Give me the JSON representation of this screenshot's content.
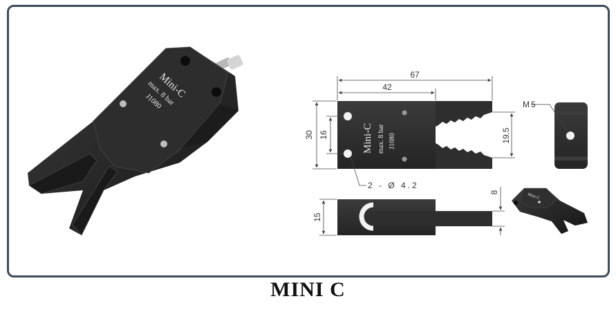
{
  "caption": "MINI C",
  "product_photo": {
    "model_text": "Mini-C",
    "pressure_text": "max. 8 bar",
    "code_text": "J1080"
  },
  "drawing": {
    "top_view_text": {
      "model": "Mini-C",
      "pressure": "max. 8 bar",
      "code": "J1080"
    },
    "dimensions": {
      "overall_length": "67",
      "body_length": "42",
      "height_outer": "30",
      "height_inner": "16",
      "jaw_opening": "19.5",
      "thickness": "15",
      "jaw_thickness": "8",
      "hole_note": "2 - Ø 4.2",
      "port_thread": "M5"
    }
  },
  "colors": {
    "frame_border": "#3f4a5c",
    "body": "#2b2b2b",
    "dimension_line": "#444444"
  }
}
